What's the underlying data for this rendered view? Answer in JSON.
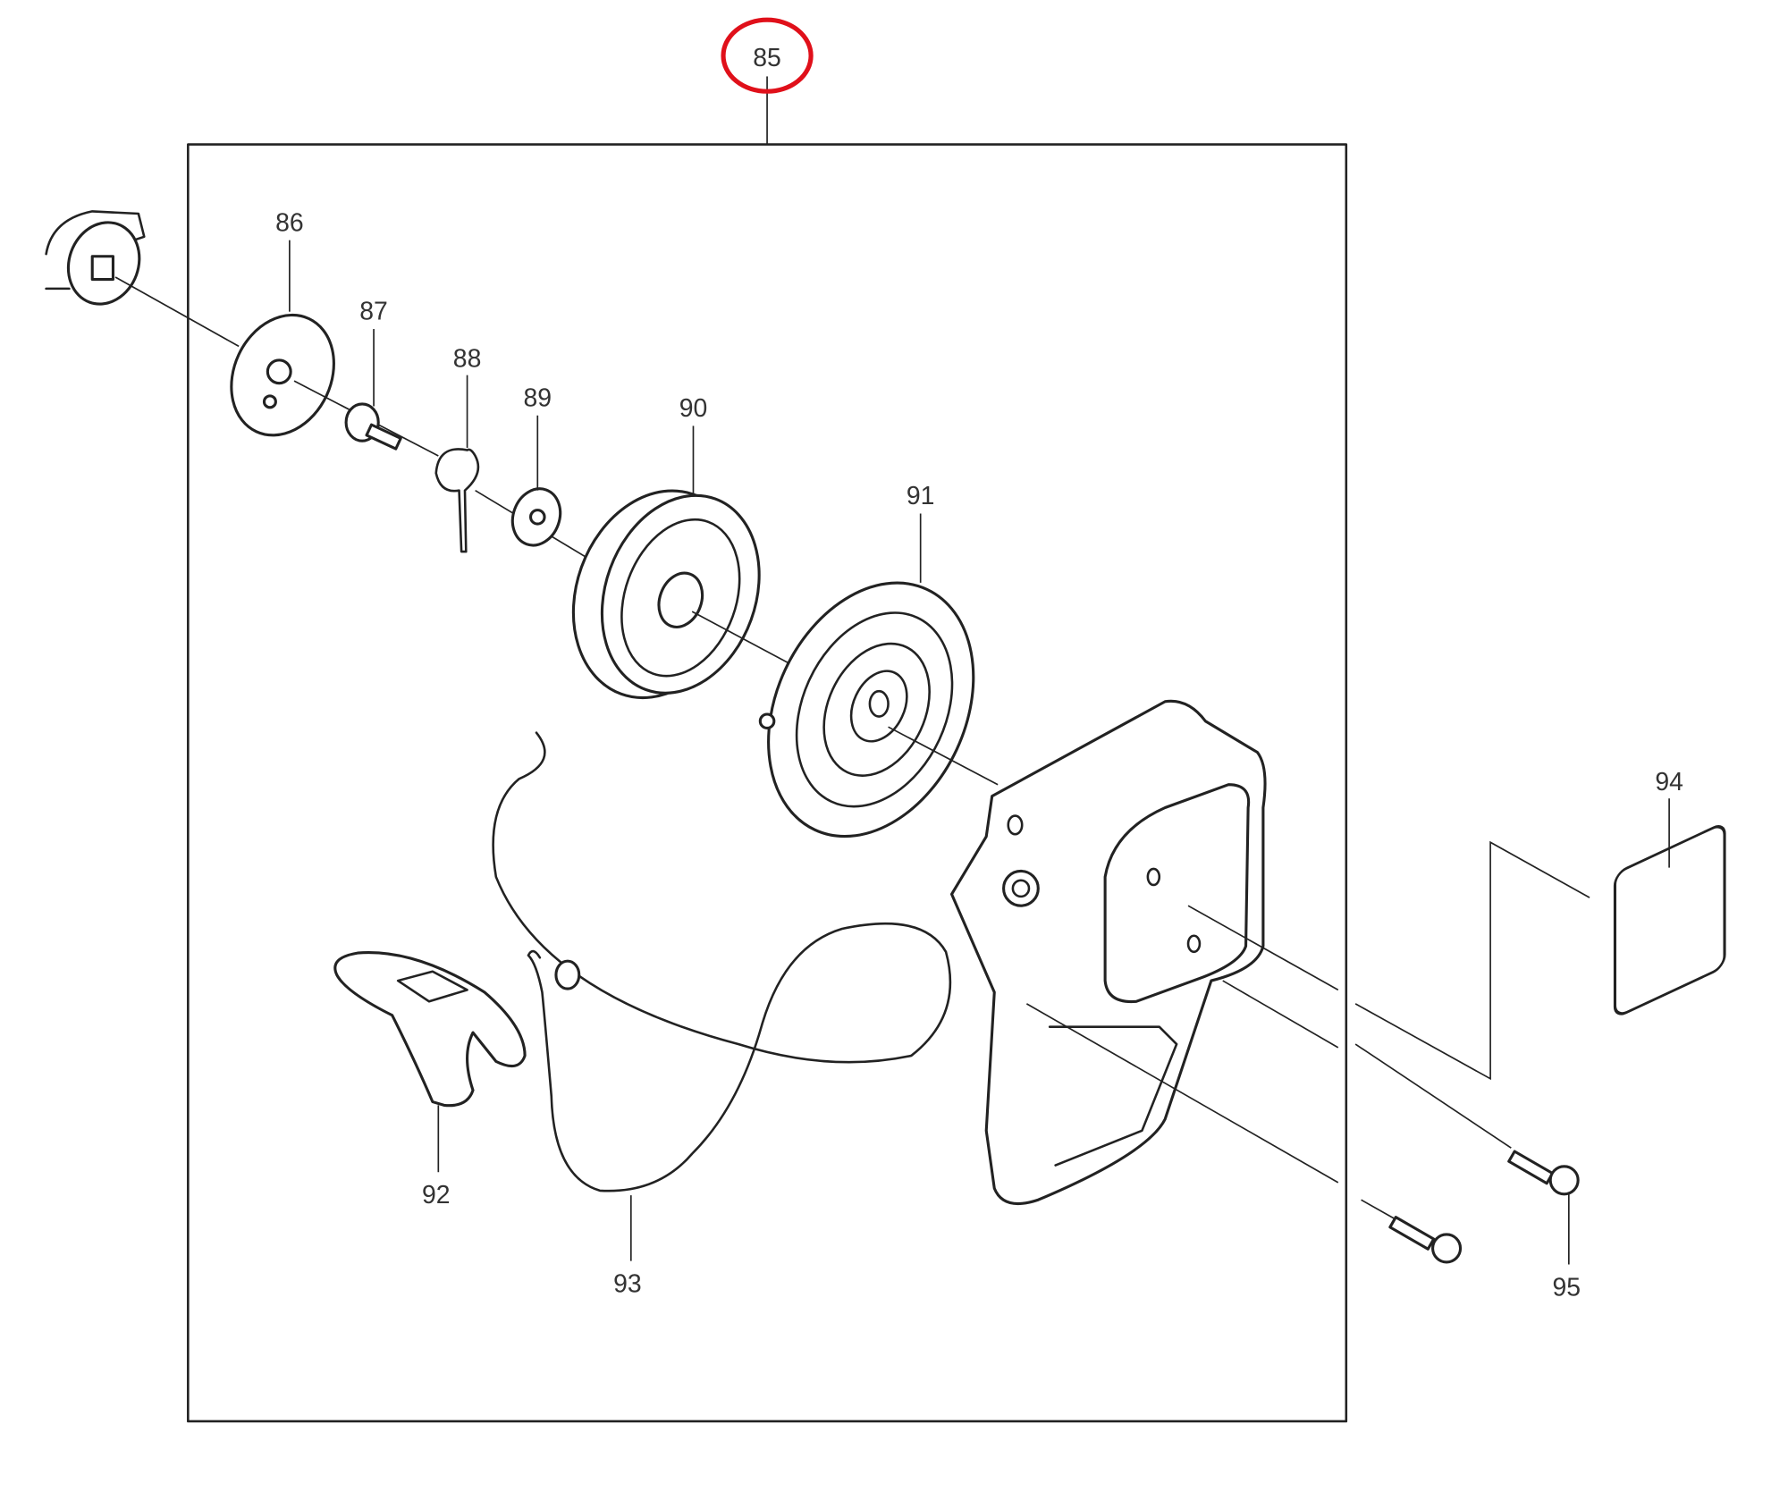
{
  "diagram": {
    "assembly_label": "85",
    "highlight_color": "#e0101a",
    "part_labels": {
      "p86": "86",
      "p87": "87",
      "p88": "88",
      "p89": "89",
      "p90": "90",
      "p91": "91",
      "p92": "92",
      "p93": "93",
      "p94": "94",
      "p95": "95"
    }
  }
}
